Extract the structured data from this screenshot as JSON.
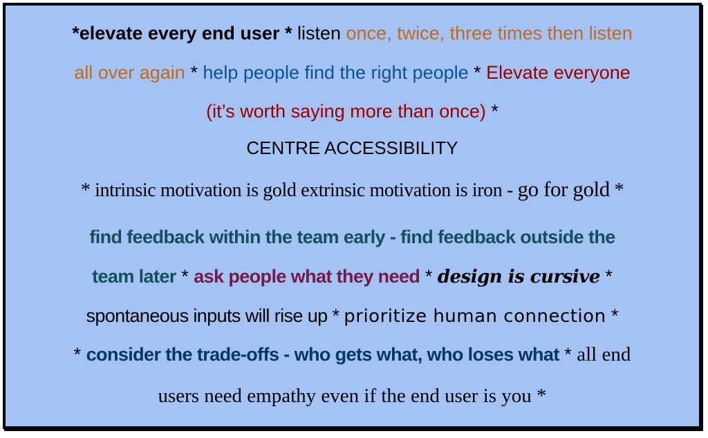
{
  "colors": {
    "background": "#a4c2f4",
    "border": "#000000",
    "black": "#000000",
    "orange": "#c0691f",
    "blue": "#0b5394",
    "red": "#990000",
    "teal": "#134f5c",
    "maroon": "#741b47",
    "navy": "#073763"
  },
  "lines": [
    {
      "segments": [
        {
          "text": "*elevate every end user * ",
          "style": "bold",
          "color": "black"
        },
        {
          "text": "listen ",
          "style": "regular",
          "color": "black"
        },
        {
          "text": "once, twice, three times then listen",
          "style": "regular",
          "color": "orange"
        }
      ]
    },
    {
      "segments": [
        {
          "text": "all over again",
          "style": "regular",
          "color": "orange"
        },
        {
          "text": " * ",
          "style": "regular",
          "color": "black"
        },
        {
          "text": "help people find the right people",
          "style": "regular",
          "color": "blue"
        },
        {
          "text": " * ",
          "style": "regular",
          "color": "black"
        },
        {
          "text": "Elevate everyone",
          "style": "regular",
          "color": "red"
        }
      ]
    },
    {
      "segments": [
        {
          "text": "(it’s worth saying more than once)",
          "style": "regular",
          "color": "red"
        },
        {
          "text": " *",
          "style": "regular",
          "color": "black"
        }
      ]
    },
    {
      "segments": [
        {
          "text": "CENTRE ACCESSIBILITY",
          "style": "regular",
          "color": "black"
        }
      ]
    },
    {
      "segments": [
        {
          "text": "* intrinsic motivation is gold extrinsic motivation is iron - ",
          "style": "serif",
          "color": "black"
        },
        {
          "text": "go for gold",
          "style": "serif-large",
          "color": "black"
        },
        {
          "text": " *",
          "style": "serif",
          "color": "black"
        }
      ]
    },
    {
      "segments": [
        {
          "text": "find feedback within the team early - find feedback outside the",
          "style": "bold",
          "color": "teal"
        }
      ]
    },
    {
      "segments": [
        {
          "text": "team later",
          "style": "bold",
          "color": "teal"
        },
        {
          "text": " * ",
          "style": "regular",
          "color": "black"
        },
        {
          "text": "ask people what they need",
          "style": "bold",
          "color": "maroon"
        },
        {
          "text": " * ",
          "style": "regular",
          "color": "black"
        },
        {
          "text": "design is cursive",
          "style": "cursive",
          "color": "black"
        },
        {
          "text": " *",
          "style": "regular",
          "color": "black"
        }
      ]
    },
    {
      "segments": [
        {
          "text": "spontaneous inputs will rise up * ",
          "style": "regular",
          "color": "black"
        },
        {
          "text": "prioritize human connection",
          "style": "rounded",
          "color": "black"
        },
        {
          "text": " *",
          "style": "regular",
          "color": "black"
        }
      ]
    },
    {
      "segments": [
        {
          "text": "* ",
          "style": "regular",
          "color": "black"
        },
        {
          "text": "consider the trade-offs - who gets what, who loses what",
          "style": "bold",
          "color": "navy"
        },
        {
          "text": " * ",
          "style": "regular",
          "color": "black"
        },
        {
          "text": "all end",
          "style": "serif",
          "color": "black"
        }
      ]
    },
    {
      "segments": [
        {
          "text": "users need empathy even if the end user is you *",
          "style": "serif",
          "color": "black"
        }
      ]
    }
  ]
}
